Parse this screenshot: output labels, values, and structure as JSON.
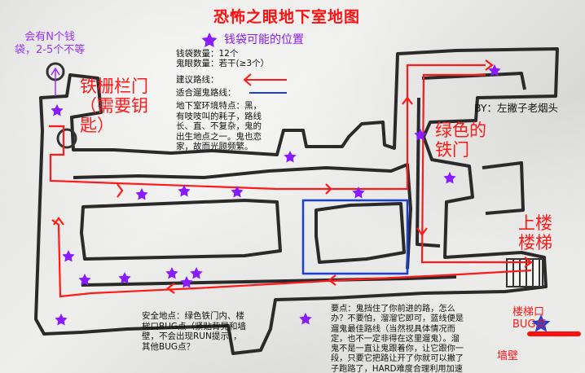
{
  "title": "恐怖之眼地下室地图",
  "legend": {
    "star_label": "钱袋可能的位置",
    "star_color": "#8a1aff"
  },
  "counts": {
    "wallet_count": "钱袋数量：12个",
    "ghost_count": "鬼眼数量：若干(≥3个）"
  },
  "route": {
    "suggested_label": "建议路线：",
    "ghost_route_label": "适合遛鬼路线：",
    "route_color": "#ff1a1a",
    "ghost_route_color": "#1a3fd6"
  },
  "features": "地下室环境特点：黑，\n有吱吱叫的耗子，路线\n长、直、不复杂，鬼的\n出生地点之一。鬼也恋\n家，故而光顾频繁。",
  "money_note": "会有N个钱\n袋，2-5个不等",
  "iron_gate": "铁栅栏门\n（需要钥\n匙）",
  "green_gate": "绿色的\n铁门",
  "stairs": "上楼\n楼梯",
  "author": "BY：左撇子老烟头",
  "safe_spots": "安全地点：绿色铁门内、楼\n梯口BUG点（紧贴背晃和墙\n壁，不会出现RUN提示），\n其他BUG点？",
  "key_point": "要点：鬼挡住了你前进的路，怎么\n办？不要怕，溜溜它即可，蓝线便是\n遛鬼最佳路线（当然视具体情况而\n定，也不一定非得在这里遛鬼）。溜\n鬼不是一直让鬼跟着你，让它跟你一\n段，只要它把路让开了你就可以撇了\n子跑路了，HARD难度合理利用加速",
  "stair_bug": "楼梯口\nBUG点",
  "wall": "墙壁"
}
